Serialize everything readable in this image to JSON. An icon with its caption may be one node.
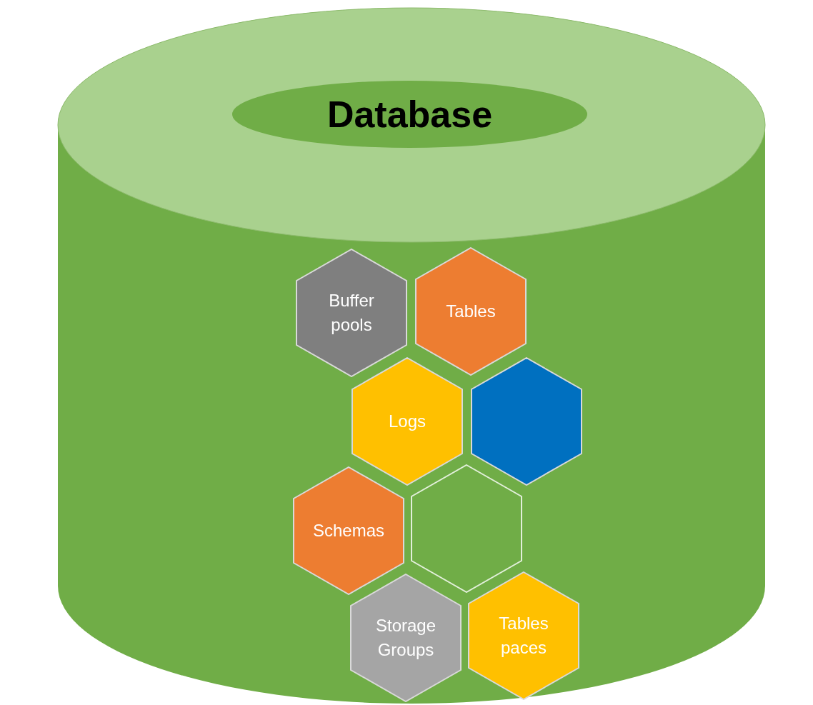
{
  "diagram": {
    "nodes": [
      {
        "text": [],
        "shape": "cylinder"
      },
      {
        "text": [
          "Database"
        ],
        "in": 0
      },
      {
        "text": [
          "Buffer pools"
        ],
        "in": 0
      },
      {
        "text": [
          "Tables"
        ],
        "in": 0
      },
      {
        "text": [
          "Logs"
        ],
        "in": 0
      },
      {
        "text": [],
        "shape": "hexagon",
        "in": 0
      },
      {
        "text": [
          "Schemas"
        ],
        "in": 0
      },
      {
        "text": [],
        "shape": "hexagon",
        "in": 0
      },
      {
        "text": [
          "Storage Groups"
        ],
        "in": 0
      },
      {
        "text": [
          "Tables paces"
        ],
        "in": 0
      }
    ]
  }
}
